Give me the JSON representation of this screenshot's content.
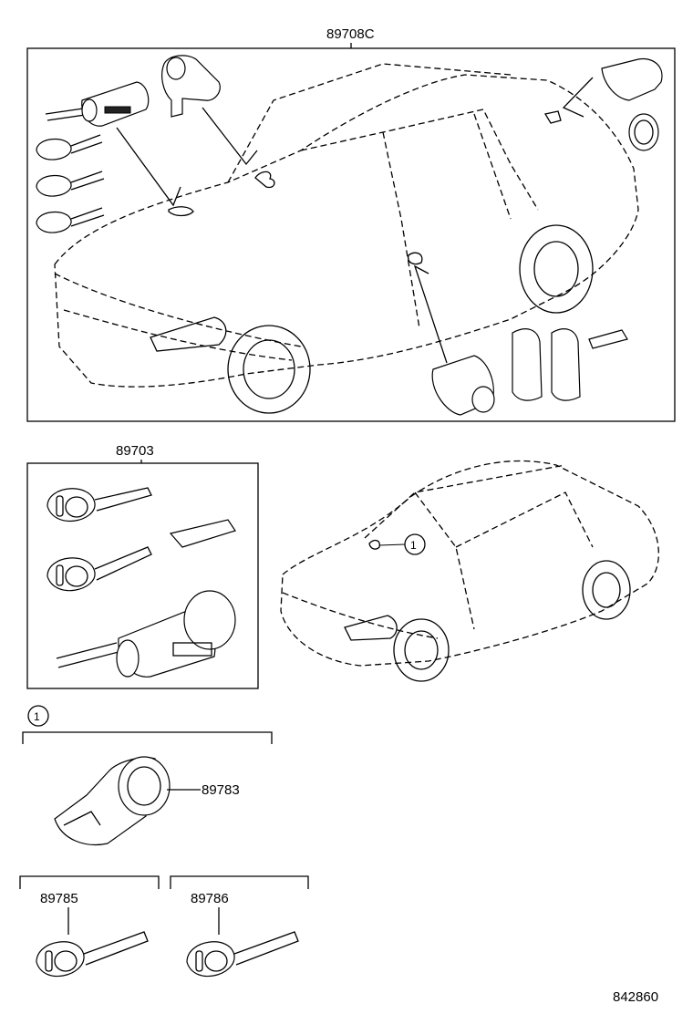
{
  "labels": {
    "kit_main": "89708C",
    "kit_key_cylinder": "89703",
    "callout_number": "1",
    "callout_group": "1",
    "part_cylinder": "89783",
    "part_key_a": "89785",
    "part_key_b": "89786",
    "diagram_id": "842860"
  }
}
